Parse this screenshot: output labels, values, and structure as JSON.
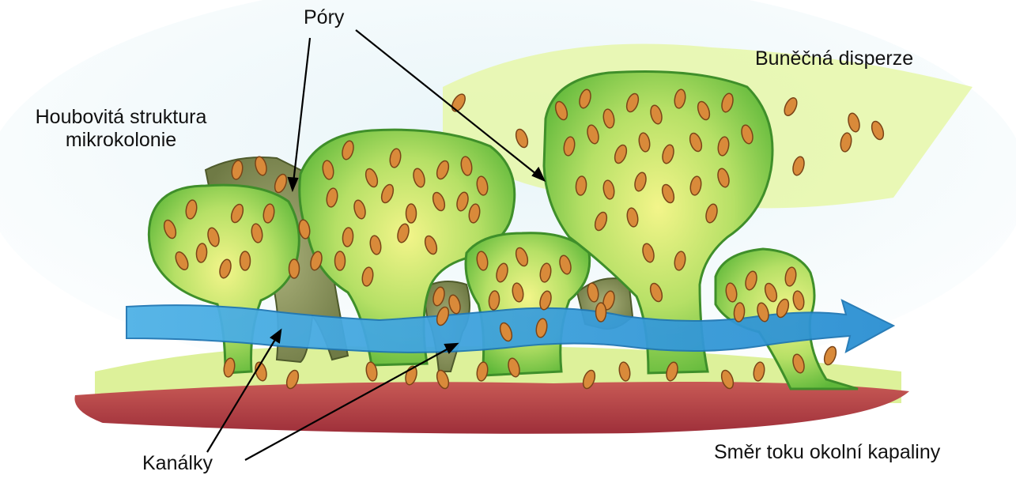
{
  "labels": {
    "pores": "Póry",
    "dispersal": "Buněčná disperze",
    "sponge_line1": "Houbovitá struktura",
    "sponge_line2": "mikrokolonie",
    "channels": "Kanálky",
    "flow": "Směr toku okolní kapaliny"
  },
  "colors": {
    "sky": "#d6ecf4",
    "biofilm_light": "#dff5a0",
    "colony_green": "#8fd14f",
    "colony_edge": "#3f8f2a",
    "old_colony": "#7d8a55",
    "cell": "#d98a3a",
    "cell_edge": "#7a4417",
    "flow_blue": "#2e9ad8",
    "substrate": "#b8404a"
  }
}
